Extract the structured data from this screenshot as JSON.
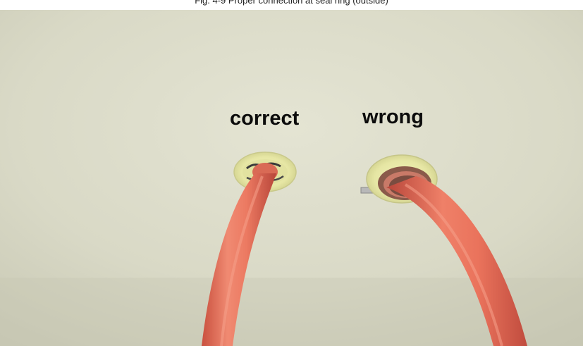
{
  "caption": "Fig. 4-9 Proper connection at seal ring (outside)",
  "labels": {
    "correct": "correct",
    "wrong": "wrong"
  },
  "colors": {
    "background_wall": "#dcdccb",
    "hose": "#e8705a",
    "seal_ring": "#eaeaa8"
  }
}
